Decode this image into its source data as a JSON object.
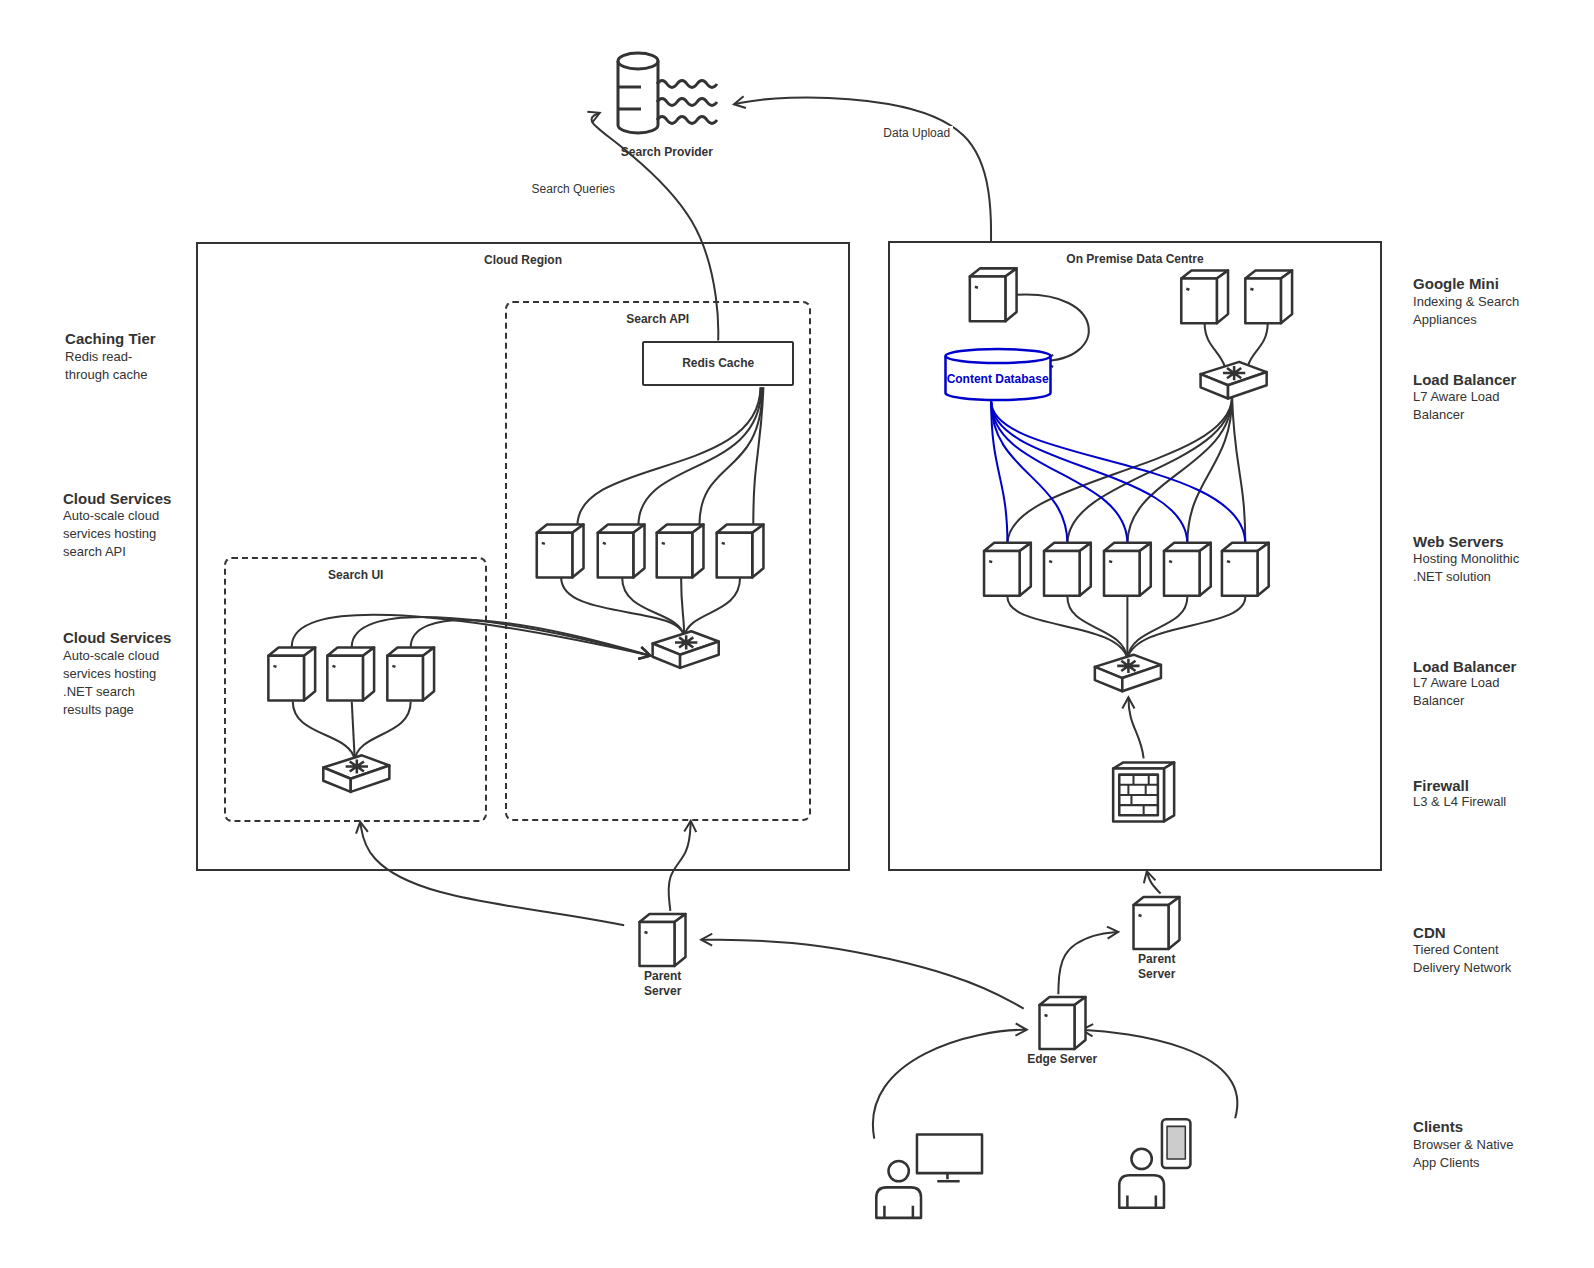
{
  "diagram": {
    "nodes": [
      {
        "text": [
          "Search Provider"
        ]
      },
      {
        "text": [
          "Cloud Region"
        ]
      },
      {
        "text": [
          "Search API"
        ],
        "in": 1
      },
      {
        "text": [
          "Redis Cache"
        ],
        "in": 2
      },
      {
        "text": [
          "Search UI"
        ],
        "in": 1
      },
      {
        "text": [
          "On Premise Data Centre"
        ]
      },
      {
        "text": [
          "Content Database"
        ],
        "in": 5
      },
      {
        "text": [
          "Parent Server"
        ]
      },
      {
        "text": [
          "Parent Server"
        ]
      },
      {
        "text": [
          "Edge Server"
        ]
      }
    ],
    "edges": [
      {
        "from": 3,
        "to": 0,
        "arrow": "to",
        "label": "Search Queries"
      },
      {
        "from": 5,
        "to": 0,
        "arrow": "to",
        "label": "Data Upload"
      },
      {
        "from": 7,
        "to": 4,
        "arrow": "to"
      },
      {
        "from": 7,
        "to": 2,
        "arrow": "to"
      },
      {
        "from": 8,
        "to": 5,
        "arrow": "to"
      },
      {
        "from": 9,
        "to": 7,
        "arrow": "to"
      },
      {
        "from": 9,
        "to": 8,
        "arrow": "to"
      }
    ],
    "labels": [
      "Caching Tier",
      "Redis read-through cache",
      "Cloud Services",
      "Auto-scale cloud services hosting search API",
      "Cloud Services",
      "Auto-scale cloud services hosting .NET search results page",
      "Google Mini",
      "Indexing & Search Appliances",
      "Load Balancer",
      "L7 Aware Load Balancer",
      "Web Servers",
      "Hosting Monolithic .NET solution",
      "Load Balancer",
      "L7 Aware Load Balancer",
      "Firewall",
      "L3 & L4 Firewall",
      "CDN",
      "Tiered Content Delivery Network",
      "Clients",
      "Browser & Native App Clients"
    ]
  }
}
